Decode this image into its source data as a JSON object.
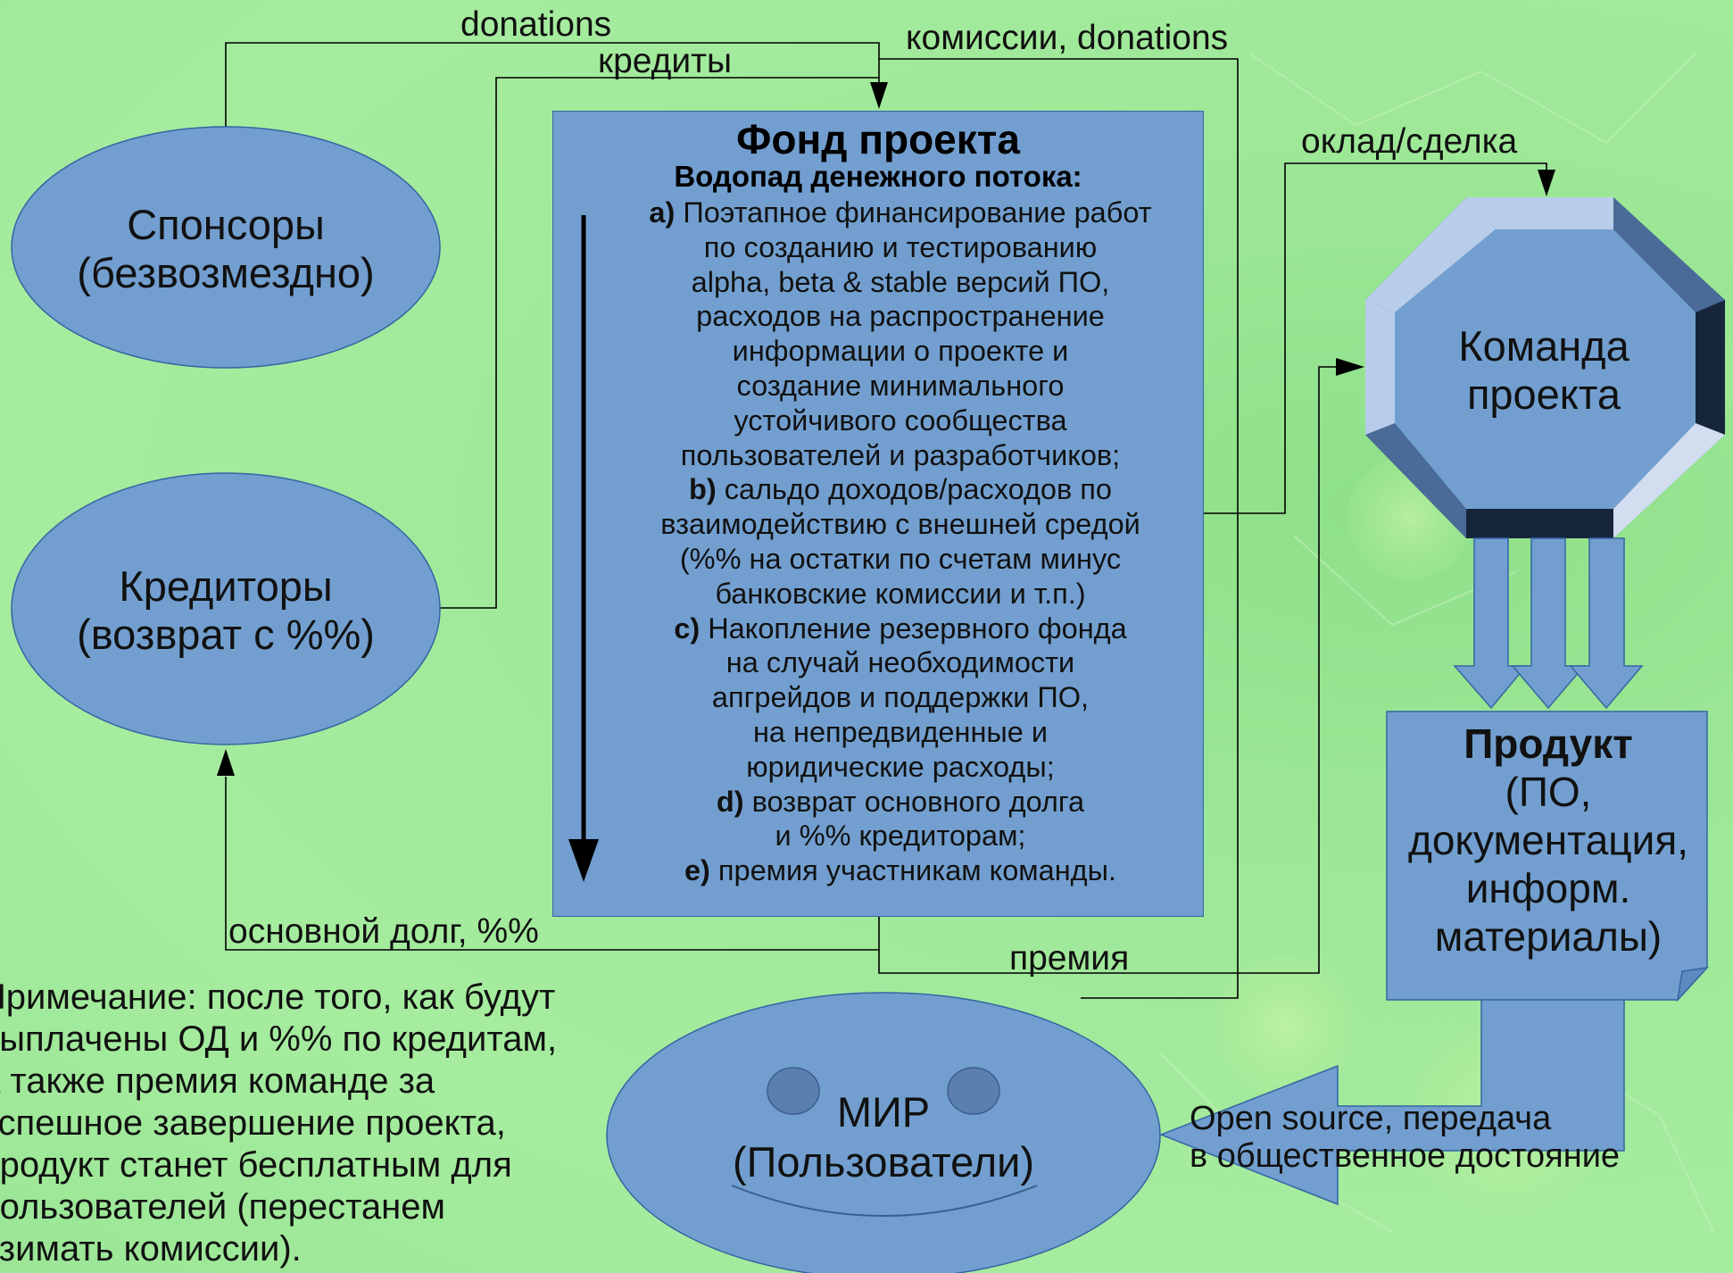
{
  "nodes": {
    "sponsors": {
      "line1": "Спонсоры",
      "line2": "(безвозмездно)"
    },
    "creditors": {
      "line1": "Кредиторы",
      "line2": "(возврат с %%)"
    },
    "team": {
      "line1": "Команда",
      "line2": "проекта"
    },
    "world": {
      "line1": "МИР",
      "line2": "(Пользователи)"
    },
    "product": {
      "title": "Продукт",
      "lines": [
        "(ПО,",
        "документация,",
        "информ.",
        "материалы)"
      ]
    }
  },
  "fund": {
    "title": "Фонд проекта",
    "subtitle": "Водопад денежного потока:",
    "items": [
      {
        "marker": "a)",
        "lines": [
          "Поэтапное финансирование работ",
          "по созданию и тестированию",
          "alpha, beta & stable версий ПО,",
          "расходов на распространение",
          "информации о проекте и",
          "создание минимального",
          "устойчивого сообщества",
          "пользователей и разработчиков;"
        ]
      },
      {
        "marker": "b)",
        "lines": [
          "сальдо доходов/расходов по",
          "взаимодействию с внешней средой",
          "(%% на остатки по счетам минус",
          "банковские комиссии и т.п.)"
        ]
      },
      {
        "marker": "c)",
        "lines": [
          "Накопление резервного фонда",
          "на случай необходимости",
          "апгрейдов и поддержки ПО,",
          "на непредвиденные и",
          "юридические расходы;"
        ]
      },
      {
        "marker": "d)",
        "lines": [
          "возврат основного долга",
          "и %% кредиторам;"
        ]
      },
      {
        "marker": "e)",
        "lines": [
          "премия участникам команды."
        ]
      }
    ]
  },
  "edges": {
    "donations": "donations",
    "credits": "кредиты",
    "commissions_donations": "комиссии, donations",
    "salary": "оклад/сделка",
    "principal_interest": "основной долг, %%",
    "bonus": "премия",
    "open_source_line1": "Open source, передача",
    "open_source_line2": "в общественное достояние"
  },
  "note": {
    "lines": [
      "Примечание: после того, как будут",
      "выплачены ОД и %% по кредитам,",
      "а также премия команде за",
      "успешное завершение проекта,",
      "продукт станет бесплатным для",
      "пользователей (перестанем",
      "взимать комиссии)."
    ]
  },
  "colors": {
    "shape_fill": "#729fcf",
    "shape_stroke": "#3465a4",
    "background": "#9ee898",
    "connector": "#000000"
  }
}
